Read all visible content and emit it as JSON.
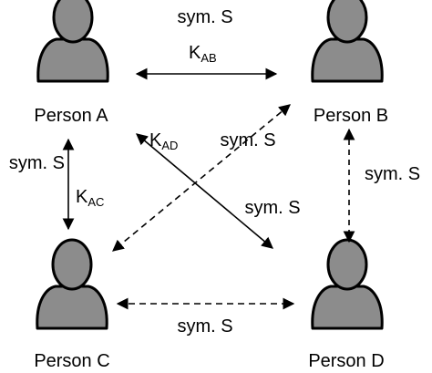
{
  "people": {
    "a": {
      "label": "Person A"
    },
    "b": {
      "label": "Person B"
    },
    "c": {
      "label": "Person C"
    },
    "d": {
      "label": "Person D"
    }
  },
  "links": {
    "ab": {
      "sym": "sym. S",
      "key": "K",
      "key_sub": "AB"
    },
    "ac": {
      "sym": "sym. S",
      "key": "K",
      "key_sub": "AC"
    },
    "ad": {
      "sym": "sym. S",
      "key": "K",
      "key_sub": "AD"
    },
    "bc": {
      "sym": "sym. S"
    },
    "bd": {
      "sym": "sym. S"
    },
    "cd": {
      "sym": "sym. S"
    }
  },
  "colors": {
    "person_fill": "#8c8c8c",
    "person_stroke": "#000000",
    "line": "#000000"
  },
  "icons": {
    "person": "user-icon"
  }
}
